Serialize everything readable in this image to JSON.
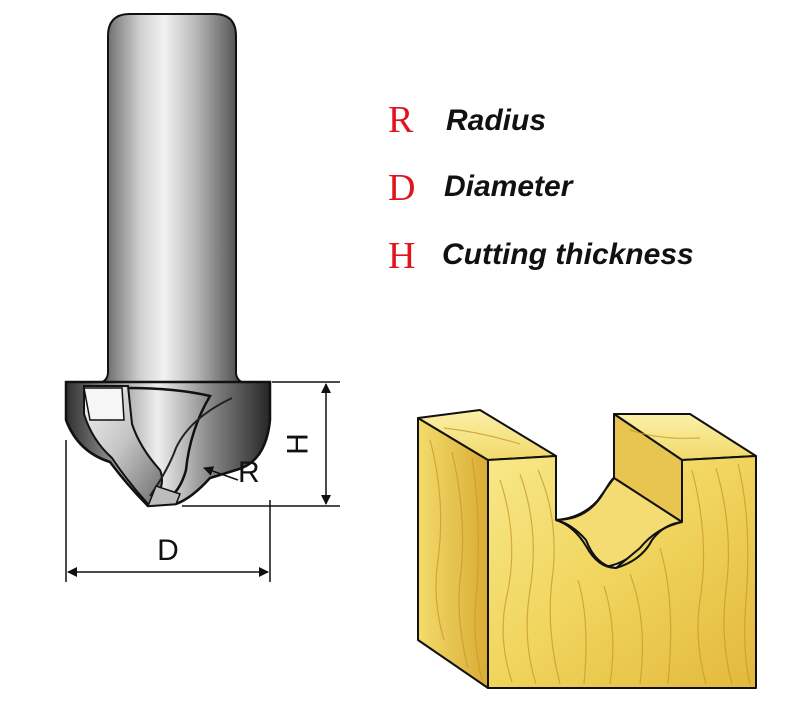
{
  "legend": [
    {
      "letter": "R",
      "term": "Radius"
    },
    {
      "letter": "D",
      "term": "Diameter"
    },
    {
      "letter": "H",
      "term": "Cutting thickness"
    }
  ],
  "dimensions": {
    "radius": "R",
    "diameter": "D",
    "height": "H"
  },
  "colors": {
    "legend_letter": "#e0141e",
    "shank_mid": "#a8a8a8",
    "shank_dark": "#3a3a3a",
    "wood_light": "#f6e27a",
    "wood_mid": "#e9c246",
    "wood_grain": "#c9982a"
  }
}
